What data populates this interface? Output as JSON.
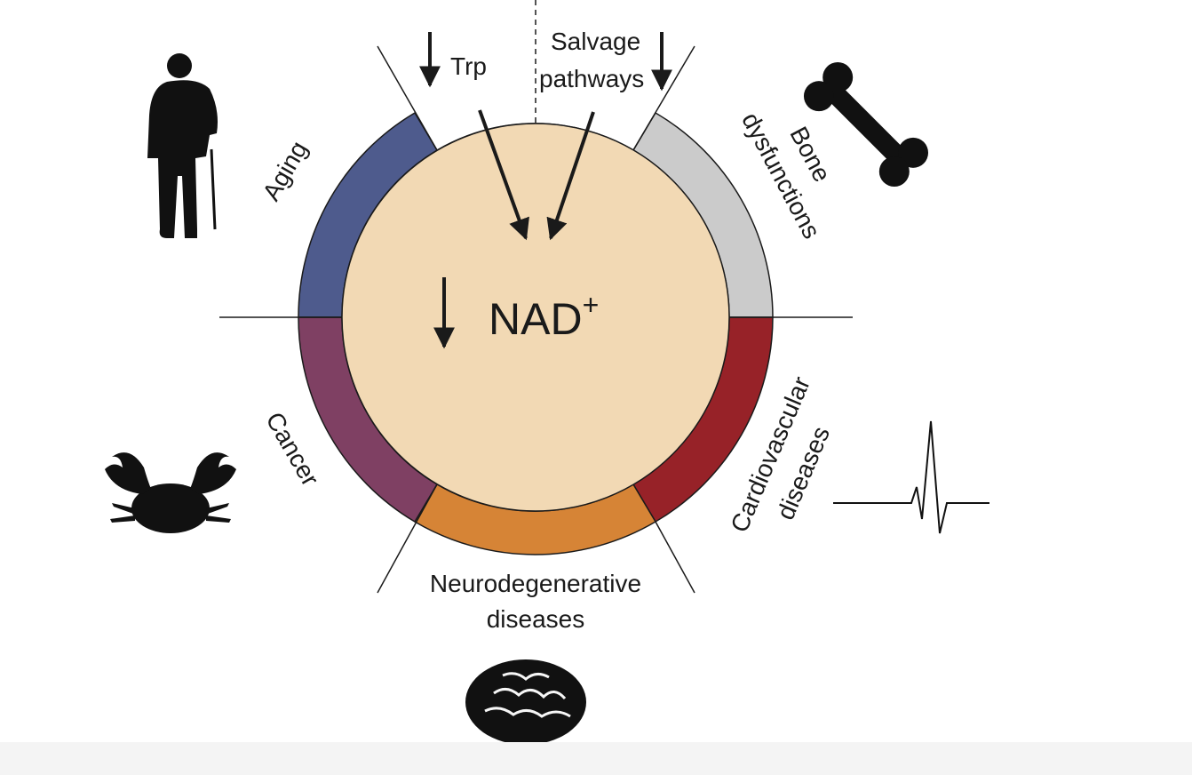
{
  "center": {
    "label_main": "NAD",
    "label_sup": "+"
  },
  "inputs": {
    "trp": "Trp",
    "salvage_line1": "Salvage",
    "salvage_line2": "pathways"
  },
  "segments": [
    {
      "name": "aging",
      "lines": [
        "Aging"
      ],
      "color": "#4e5b8d",
      "icon": "elderly-person-icon"
    },
    {
      "name": "bone-dysfunctions",
      "lines": [
        "Bone",
        "dysfunctions"
      ],
      "color": "#cbcbcb",
      "icon": "bone-icon"
    },
    {
      "name": "cardiovascular-diseases",
      "lines": [
        "Cardiovascular",
        "diseases"
      ],
      "color": "#972228",
      "icon": "heartbeat-icon"
    },
    {
      "name": "neurodegenerative-diseases",
      "lines": [
        "Neurodegenerative",
        "diseases"
      ],
      "color": "#d68436",
      "icon": "brain-icon"
    },
    {
      "name": "cancer",
      "lines": [
        "Cancer"
      ],
      "color": "#7f4063",
      "icon": "crab-icon"
    }
  ],
  "colors": {
    "inner_disc": "#f2d9b4",
    "stroke": "#1a1a1a"
  }
}
